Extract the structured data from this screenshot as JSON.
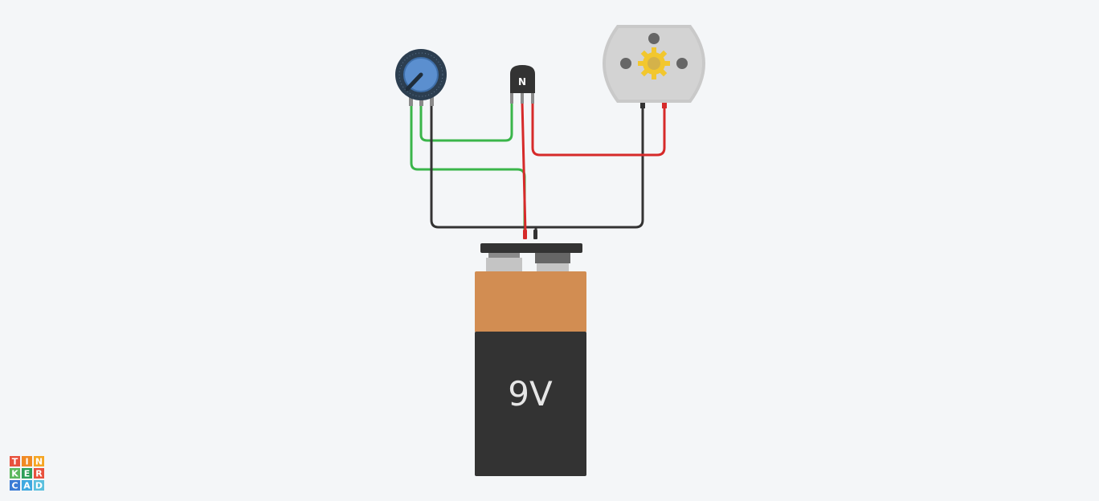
{
  "battery": {
    "label": "9V",
    "top_color": "#d28d52",
    "body_color": "#333333"
  },
  "transistor": {
    "label": "N",
    "body_color": "#333333"
  },
  "potentiometer": {
    "knob_color": "#5b8fcf",
    "ring_color": "#2c3e50"
  },
  "motor": {
    "body_color": "#c9c9c9",
    "gear_color": "#f2c72e"
  },
  "wires": {
    "green": "#3ab54a",
    "red": "#d62a2a",
    "black": "#333333"
  },
  "logo": {
    "letters": [
      "T",
      "I",
      "N",
      "K",
      "E",
      "R",
      "C",
      "A",
      "D"
    ],
    "colors": [
      "#e8513d",
      "#f08a24",
      "#f5a623",
      "#5cb85c",
      "#2d9f5a",
      "#e8513d",
      "#3a7bd5",
      "#3fa9e0",
      "#5bc0de"
    ]
  }
}
